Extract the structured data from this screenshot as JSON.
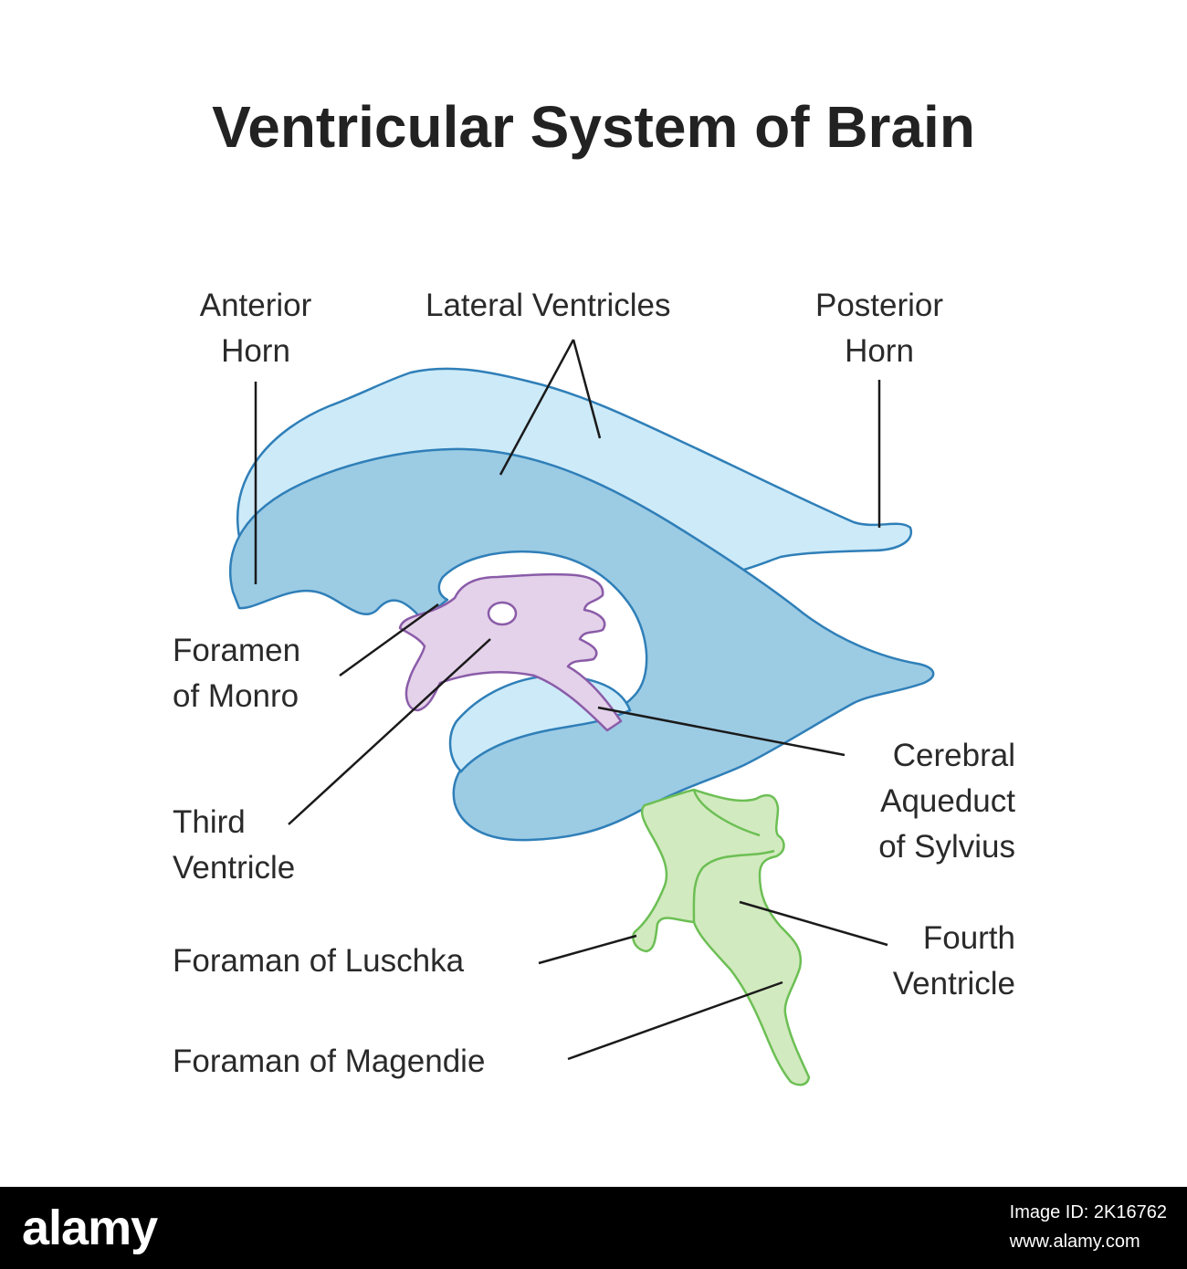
{
  "title": "Ventricular System of Brain",
  "labels": {
    "anterior_horn": "Anterior\nHorn",
    "lateral_ventricles": "Lateral Ventricles",
    "posterior_horn": "Posterior\nHorn",
    "foramen_of_monro": "Foramen\nof Monro",
    "third_ventricle": "Third\nVentricle",
    "cerebral_aqueduct": "Cerebral\nAqueduct\nof Sylvius",
    "foramen_of_luschka": "Foraman of Luschka",
    "fourth_ventricle": "Fourth\nVentricle",
    "foramen_of_magendie": "Foraman of Magendie"
  },
  "colors": {
    "lateral_ventricle_light": "#cdeaf8",
    "lateral_ventricle_dark": "#9ccbe4",
    "outline_blue": "#2f7fb8",
    "third_ventricle_fill": "#e4d1ea",
    "third_ventricle_outline": "#8a5ca8",
    "fourth_ventricle_fill": "#d2eabf",
    "fourth_ventricle_outline": "#6cbf54",
    "leader_line": "#1a1a1a"
  },
  "footer": {
    "brand": "alamy",
    "image_id_label": "Image ID: 2K16762",
    "site": "www.alamy.com"
  }
}
